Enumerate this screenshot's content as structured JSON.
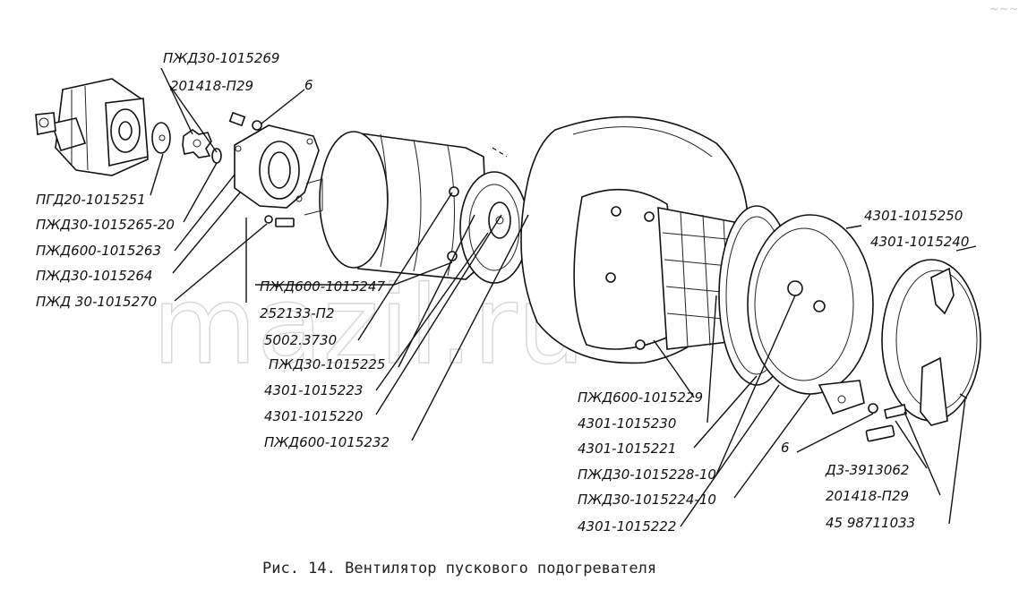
{
  "watermark": {
    "text": "mazil.ru",
    "corner": "~~~"
  },
  "caption": "Рис. 14. Вентилятор пускового подогревателя",
  "labels": {
    "l01": "ПЖД30-1015269",
    "l02": "201418-П29",
    "l03": "6",
    "l04": "ПГД20-1015251",
    "l05": "ПЖД30-1015265-20",
    "l06": "ПЖД600-1015263",
    "l07": "ПЖД30-1015264",
    "l08": "ПЖД 30-1015270",
    "l09": "ПЖД600-1015247",
    "l10": "252133-П2",
    "l11": "5002.3730",
    "l12": "ПЖД30-1015225",
    "l13": "4301-1015223",
    "l14": "4301-1015220",
    "l15": "ПЖД600-1015232",
    "l16": "4301-1015250",
    "l17": "4301-1015240",
    "l18": "ПЖД600-1015229",
    "l19": "4301-1015230",
    "l20": "4301-1015221",
    "l21": "ПЖД30-1015228-10",
    "l22": "ПЖД30-1015224-10",
    "l23": "4301-1015222",
    "l24": "6",
    "l25": "Д3-3913062",
    "l26": "201418-П29",
    "l27": "45 98711033"
  }
}
